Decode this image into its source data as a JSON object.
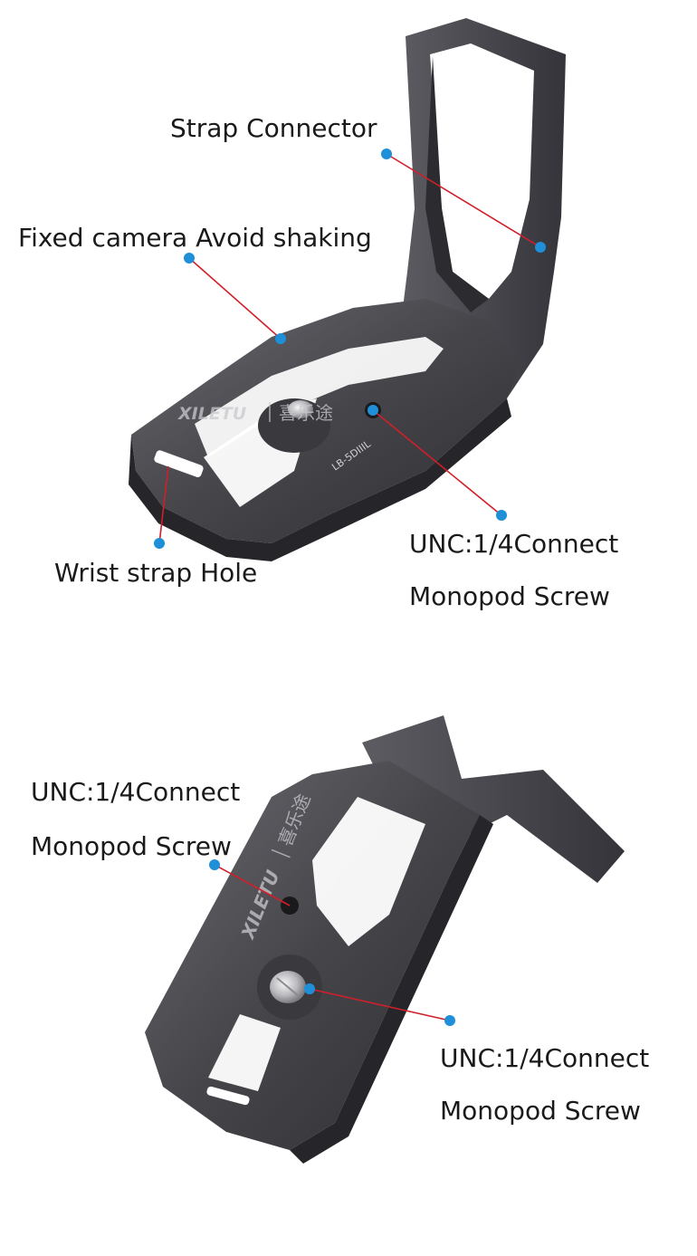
{
  "brand": {
    "logo_text": "XILETU",
    "logo_cjk": "喜乐途",
    "model_engraving": "LB-5DIIIL"
  },
  "colors": {
    "metal_dark": "#3b3b3f",
    "metal_mid": "#56565b",
    "metal_light": "#8a8a90",
    "leader_line": "#d11f2a",
    "dot": "#1f8fd8",
    "text": "#1a1a1a"
  },
  "top_view": {
    "strap_connector": "Strap Connector",
    "fixed_camera": "Fixed camera Avoid shaking",
    "wrist_strap": "Wrist strap Hole",
    "unc_line1": "UNC:1/4Connect",
    "unc_line2": "Monopod Screw"
  },
  "bottom_view": {
    "left_unc_line1": "UNC:1/4Connect",
    "left_unc_line2": "Monopod Screw",
    "right_unc_line1": "UNC:1/4Connect",
    "right_unc_line2": "Monopod Screw"
  }
}
